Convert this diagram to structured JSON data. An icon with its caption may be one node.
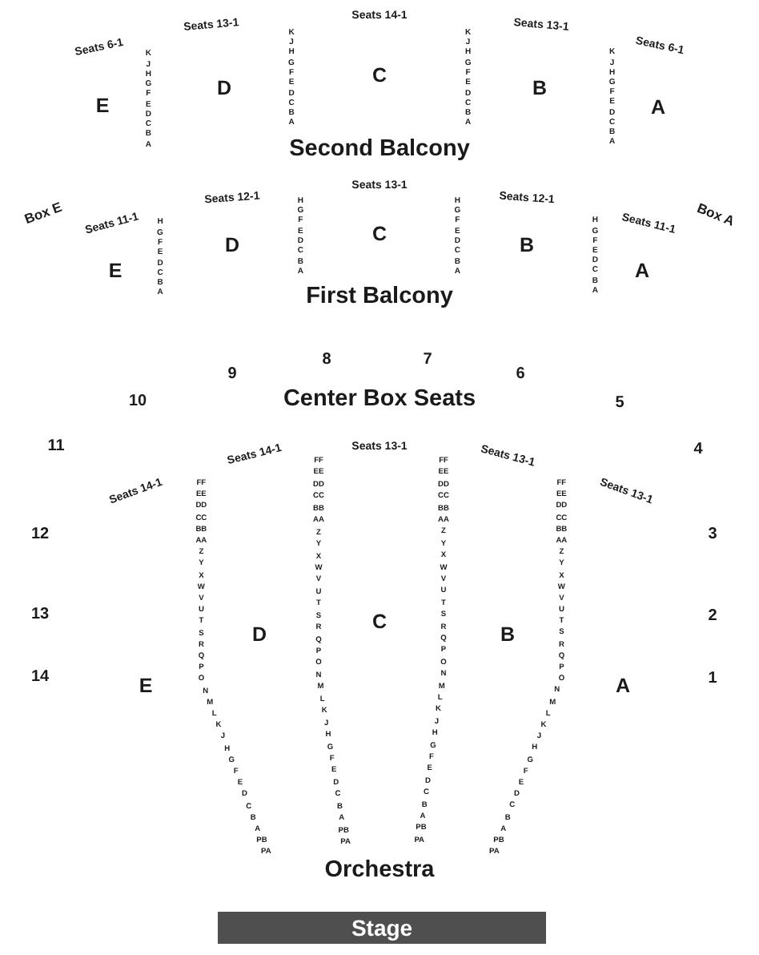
{
  "diagram": {
    "nodes": [
      {
        "text": [
          "Stage"
        ]
      }
    ],
    "labels": [
      "Seats 6-1",
      "Seats 13-1",
      "Seats 14-1",
      "Seats 13-1",
      "Seats 6-1",
      "E",
      "K",
      "J",
      "H",
      "G",
      "F",
      "E",
      "D",
      "C",
      "B",
      "A",
      "D",
      "K",
      "J",
      "H",
      "G",
      "F",
      "E",
      "D",
      "C",
      "B",
      "A",
      "C",
      "K",
      "J",
      "H",
      "G",
      "F",
      "E",
      "D",
      "C",
      "B",
      "A",
      "B",
      "K",
      "J",
      "H",
      "G",
      "F",
      "E",
      "D",
      "C",
      "B",
      "A",
      "A",
      "Second Balcony",
      "Box E",
      "Seats 11-1",
      "Seats 12-1",
      "Seats 13-1",
      "Seats 12-1",
      "Seats 11-1",
      "Box A",
      "E",
      "H",
      "G",
      "F",
      "E",
      "D",
      "C",
      "B",
      "A",
      "D",
      "H",
      "G",
      "F",
      "E",
      "D",
      "C",
      "B",
      "A",
      "C",
      "H",
      "G",
      "F",
      "E",
      "D",
      "C",
      "B",
      "A",
      "B",
      "H",
      "G",
      "F",
      "E",
      "D",
      "C",
      "B",
      "A",
      "A",
      "First Balcony",
      "8",
      "7",
      "9",
      "6",
      "10",
      "Center Box Seats",
      "5",
      "11",
      "4",
      "12",
      "3",
      "13",
      "2",
      "14",
      "1",
      "Seats 14-1",
      "Seats 14-1",
      "Seats 13-1",
      "Seats 13-1",
      "Seats 13-1",
      "E",
      "FF",
      "EE",
      "DD",
      "CC",
      "BB",
      "AA",
      "Z",
      "Y",
      "X",
      "W",
      "V",
      "U",
      "T",
      "S",
      "R",
      "Q",
      "P",
      "O",
      "N",
      "M",
      "L",
      "K",
      "J",
      "H",
      "G",
      "F",
      "E",
      "D",
      "C",
      "B",
      "A",
      "PB",
      "PA",
      "D",
      "FF",
      "EE",
      "DD",
      "CC",
      "BB",
      "AA",
      "Z",
      "Y",
      "X",
      "W",
      "V",
      "U",
      "T",
      "S",
      "R",
      "Q",
      "P",
      "O",
      "N",
      "M",
      "L",
      "K",
      "J",
      "H",
      "G",
      "F",
      "E",
      "D",
      "C",
      "B",
      "A",
      "PB",
      "PA",
      "C",
      "FF",
      "EE",
      "DD",
      "CC",
      "BB",
      "AA",
      "Z",
      "Y",
      "X",
      "W",
      "V",
      "U",
      "T",
      "S",
      "R",
      "Q",
      "P",
      "O",
      "N",
      "M",
      "L",
      "K",
      "J",
      "H",
      "G",
      "F",
      "E",
      "D",
      "C",
      "B",
      "A",
      "PB",
      "PA",
      "B",
      "FF",
      "EE",
      "DD",
      "CC",
      "BB",
      "AA",
      "Z",
      "Y",
      "X",
      "W",
      "V",
      "U",
      "T",
      "S",
      "R",
      "Q",
      "P",
      "O",
      "N",
      "M",
      "L",
      "K",
      "J",
      "H",
      "G",
      "F",
      "E",
      "D",
      "C",
      "B",
      "A",
      "PB",
      "PA",
      "A",
      "Orchestra"
    ]
  }
}
